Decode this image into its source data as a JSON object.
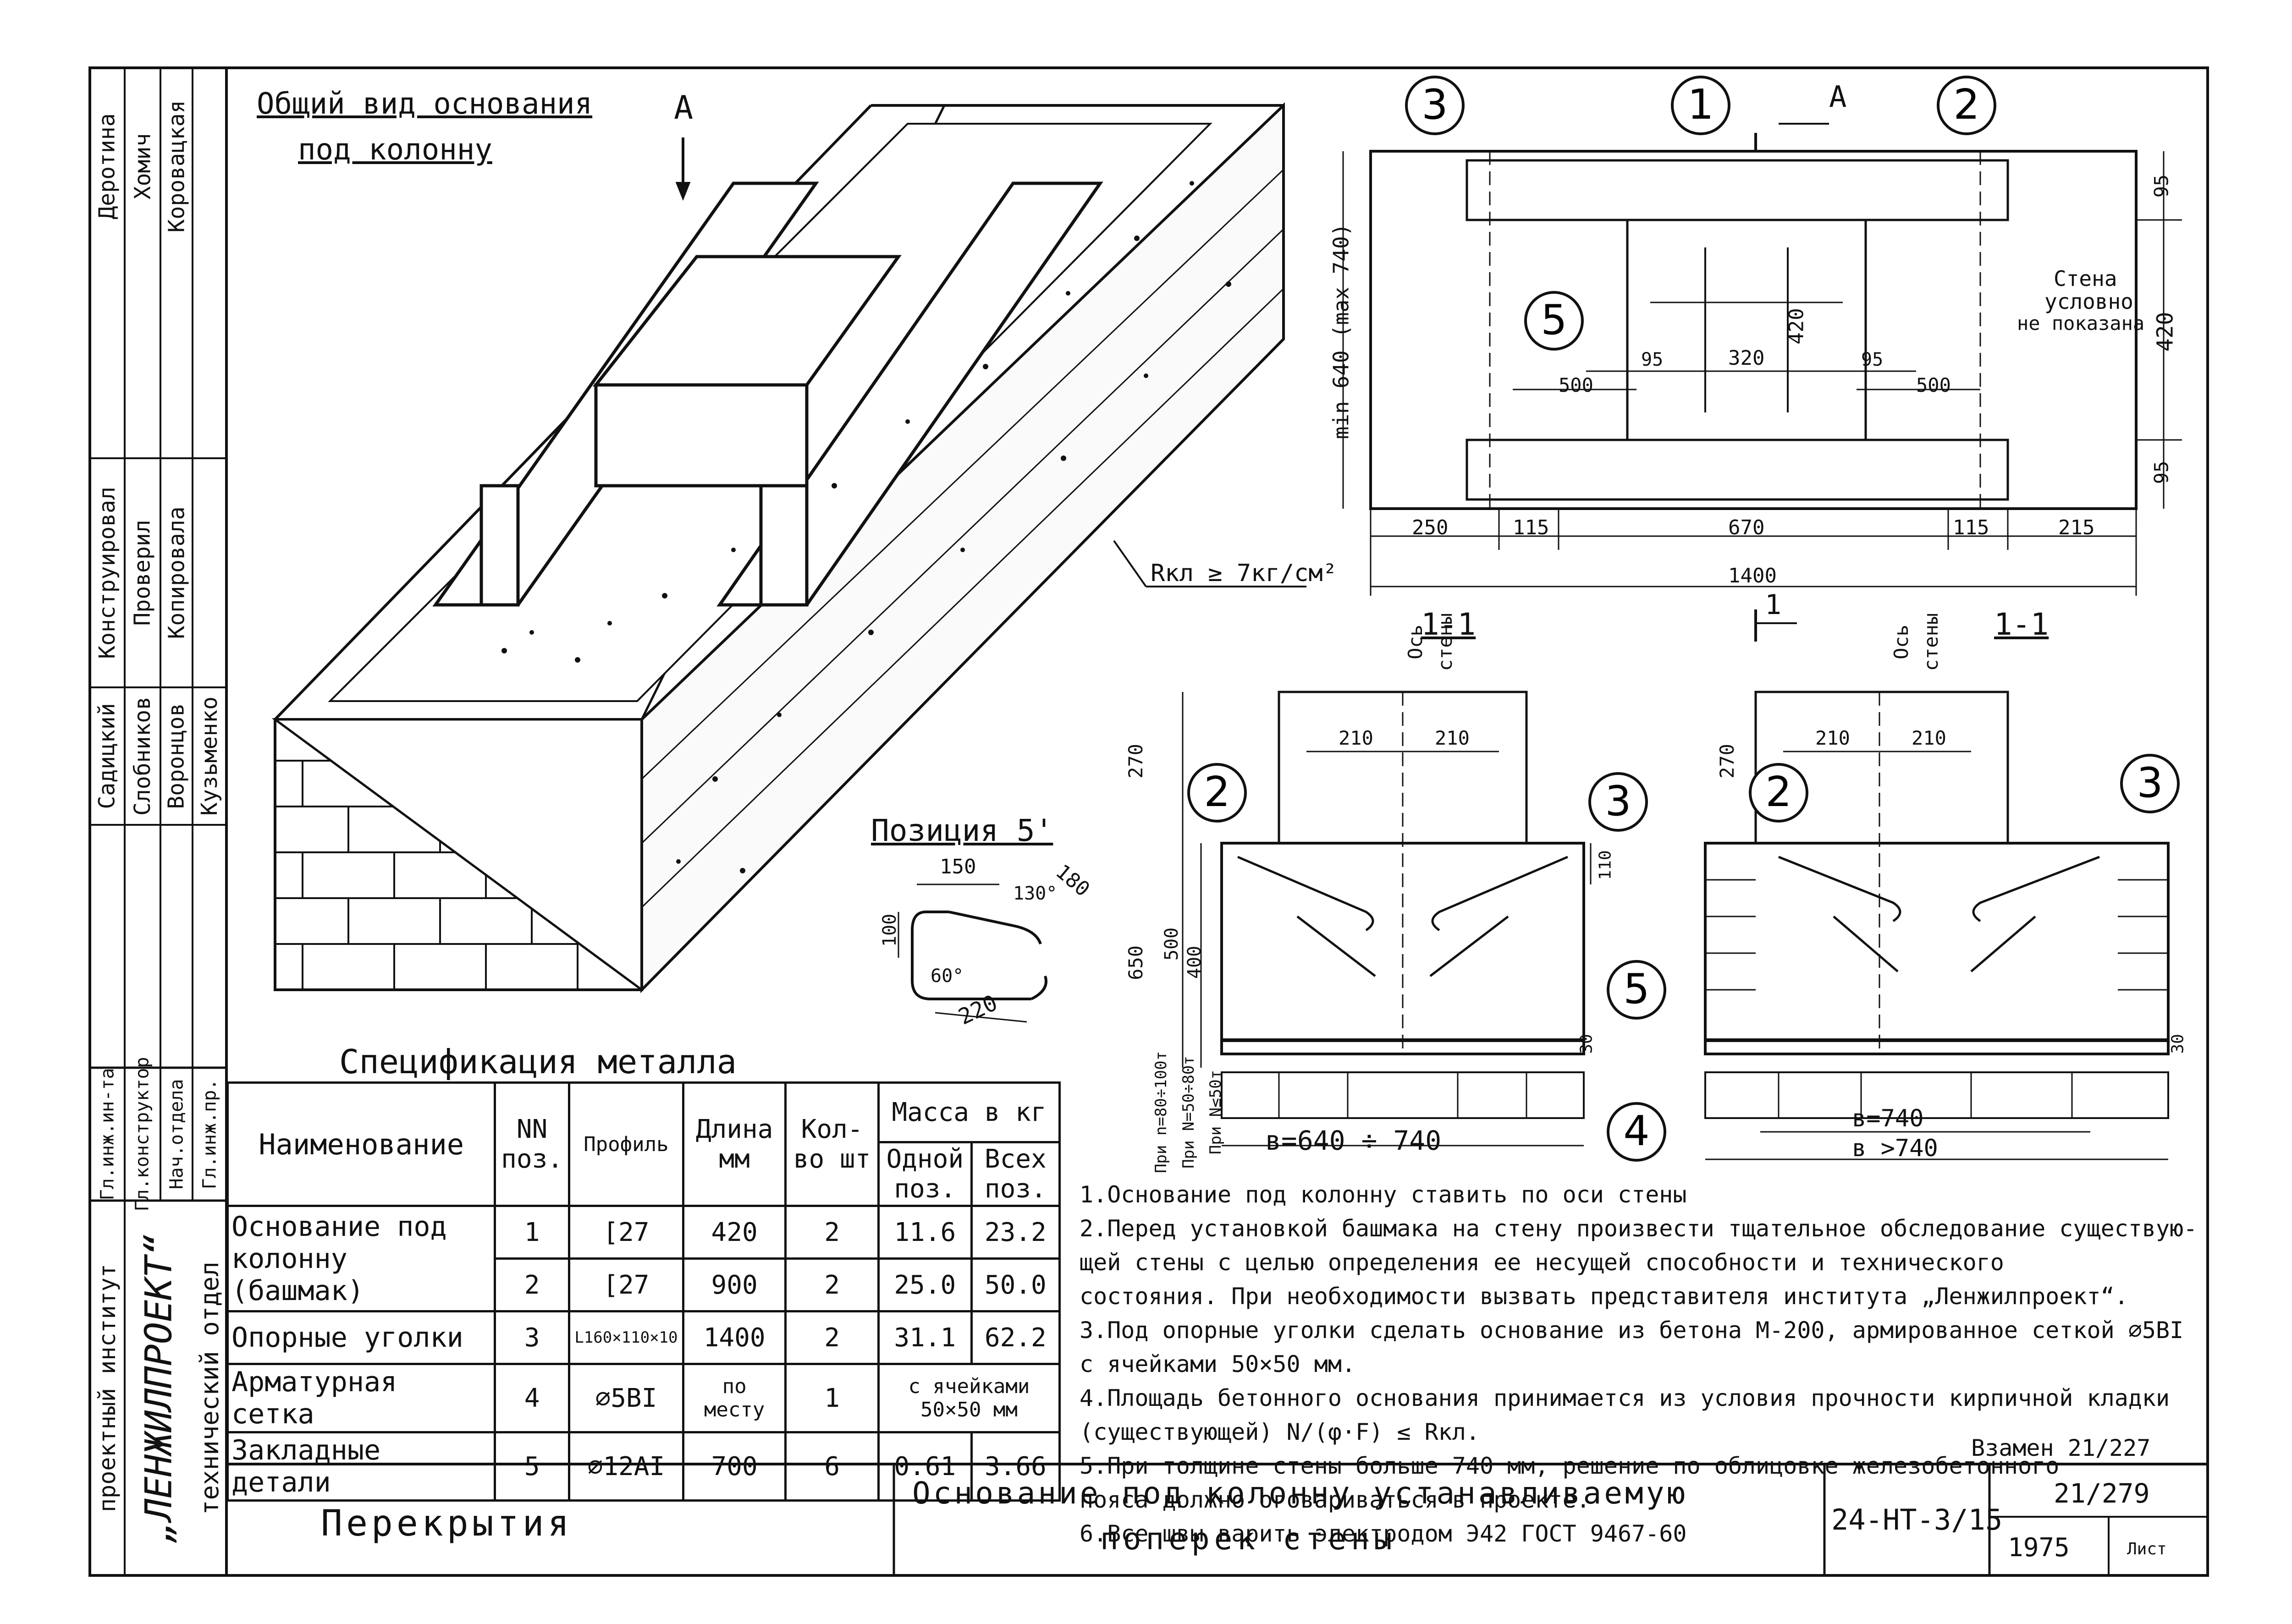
{
  "drawing": {
    "general_view_title": [
      "Общий вид основания",
      "под колонну"
    ],
    "view_letter": "А",
    "callout_a": "А",
    "section_label": "1-1",
    "section_mark": "1",
    "axis_label": [
      "Ось",
      "стены"
    ],
    "wall_note": [
      "Стена",
      "условно",
      "не показана"
    ],
    "rkl_note": "Rкл ≥ 7кг/см²",
    "position5_title": "Позиция 5'",
    "position5_dims": [
      "150",
      "180",
      "130°",
      "100",
      "60°",
      "220"
    ],
    "plan_dims": {
      "bottom_parts": [
        "250",
        "115",
        "670",
        "115",
        "215"
      ],
      "bottom_total": "1400",
      "right": [
        "95",
        "420",
        "95"
      ],
      "left": "min 640  (max 740)",
      "inner": [
        "95",
        "320",
        "95",
        "420",
        "500",
        "500"
      ]
    },
    "section_dims_left": {
      "top": [
        "210",
        "210"
      ],
      "vertical": [
        "270",
        "650",
        "500",
        "400",
        "110",
        "30"
      ],
      "bottom": "в=640 ÷ 740",
      "side_notes": [
        "При n=80÷100т",
        "При N=50÷80т",
        "При N≤50т"
      ]
    },
    "section_dims_right": {
      "top": [
        "210",
        "210"
      ],
      "vertical": [
        "270",
        "30"
      ],
      "bottom1": "в=740",
      "bottom2": "в >740"
    },
    "callouts": [
      "1",
      "2",
      "3",
      "4",
      "5"
    ]
  },
  "side_block": {
    "col1": [
      "Гл.инж.ин-та",
      "Гл.конструктор",
      "Нач.отдела",
      "Гл.инж.пр."
    ],
    "col2": [
      "Садицкий",
      "Слобников",
      "Воронцов",
      "Кузьменко"
    ],
    "col3": [
      "Конструировал",
      "Проверил",
      "Копировала"
    ],
    "col4": [
      "Деротина",
      "Хомич",
      "Коровацкая"
    ],
    "institute": [
      "проектный институт",
      "„ЛЕНЖИЛПРОЕКТ“",
      "технический отдел"
    ]
  },
  "spec": {
    "title": "Спецификация металла",
    "headers": {
      "name": "Наименование",
      "pos": "NN поз.",
      "profile": "Профиль",
      "length": "Длина мм",
      "qty": "Кол-во шт",
      "mass": "Масса в кг",
      "mass_one": "Одной поз.",
      "mass_all": "Всех поз."
    },
    "rows": [
      {
        "name": "Основание под колонну (башмак)",
        "pos": "1",
        "profile": "[27",
        "length": "420",
        "qty": "2",
        "one": "11.6",
        "all": "23.2"
      },
      {
        "name": "",
        "pos": "2",
        "profile": "[27",
        "length": "900",
        "qty": "2",
        "one": "25.0",
        "all": "50.0"
      },
      {
        "name": "Опорные уголки",
        "pos": "3",
        "profile": "L160×110×10",
        "length": "1400",
        "qty": "2",
        "one": "31.1",
        "all": "62.2"
      },
      {
        "name": "Арматурная сетка",
        "pos": "4",
        "profile": "∅5ВI",
        "length": "по месту",
        "qty": "1",
        "one": "с ячейками 50×50 мм",
        "all": ""
      },
      {
        "name": "Закладные детали",
        "pos": "5",
        "profile": "∅12АI",
        "length": "700",
        "qty": "6",
        "one": "0.61",
        "all": "3.66"
      }
    ]
  },
  "notes": [
    "1.Основание под колонну ставить по оси стены",
    "2.Перед установкой башмака на стену произвести тщательное обследование существую-",
    "   щей стены с целью определения ее несущей способности и технического",
    "   состояния. При необходимости вызвать представителя института „Ленжилпроект“.",
    "3.Под опорные уголки сделать основание из бетона М-200, армированное сеткой ∅5ВI",
    "   с ячейками 50×50 мм.",
    "4.Площадь бетонного основания принимается из условия прочности кирпичной кладки",
    "   (существующей)  N/(φ·F) ≤ Rкл.",
    "5.При толщине стены больше 740 мм, решение по облицовке железобетонного",
    "   пояса должно оговариваться в проекте.",
    "6.Все швы варить электродом Э42     ГОСТ 9467-60"
  ],
  "title_block": {
    "replaces": "Взамен 21/227",
    "section": "Перекрытия",
    "title_line1": "Основание под колонну устанавливаемую",
    "title_line2": "поперек стены",
    "code": "24-НТ-3/15",
    "sheet": "21/279",
    "year": "1975",
    "sheet_label": "Лист"
  }
}
